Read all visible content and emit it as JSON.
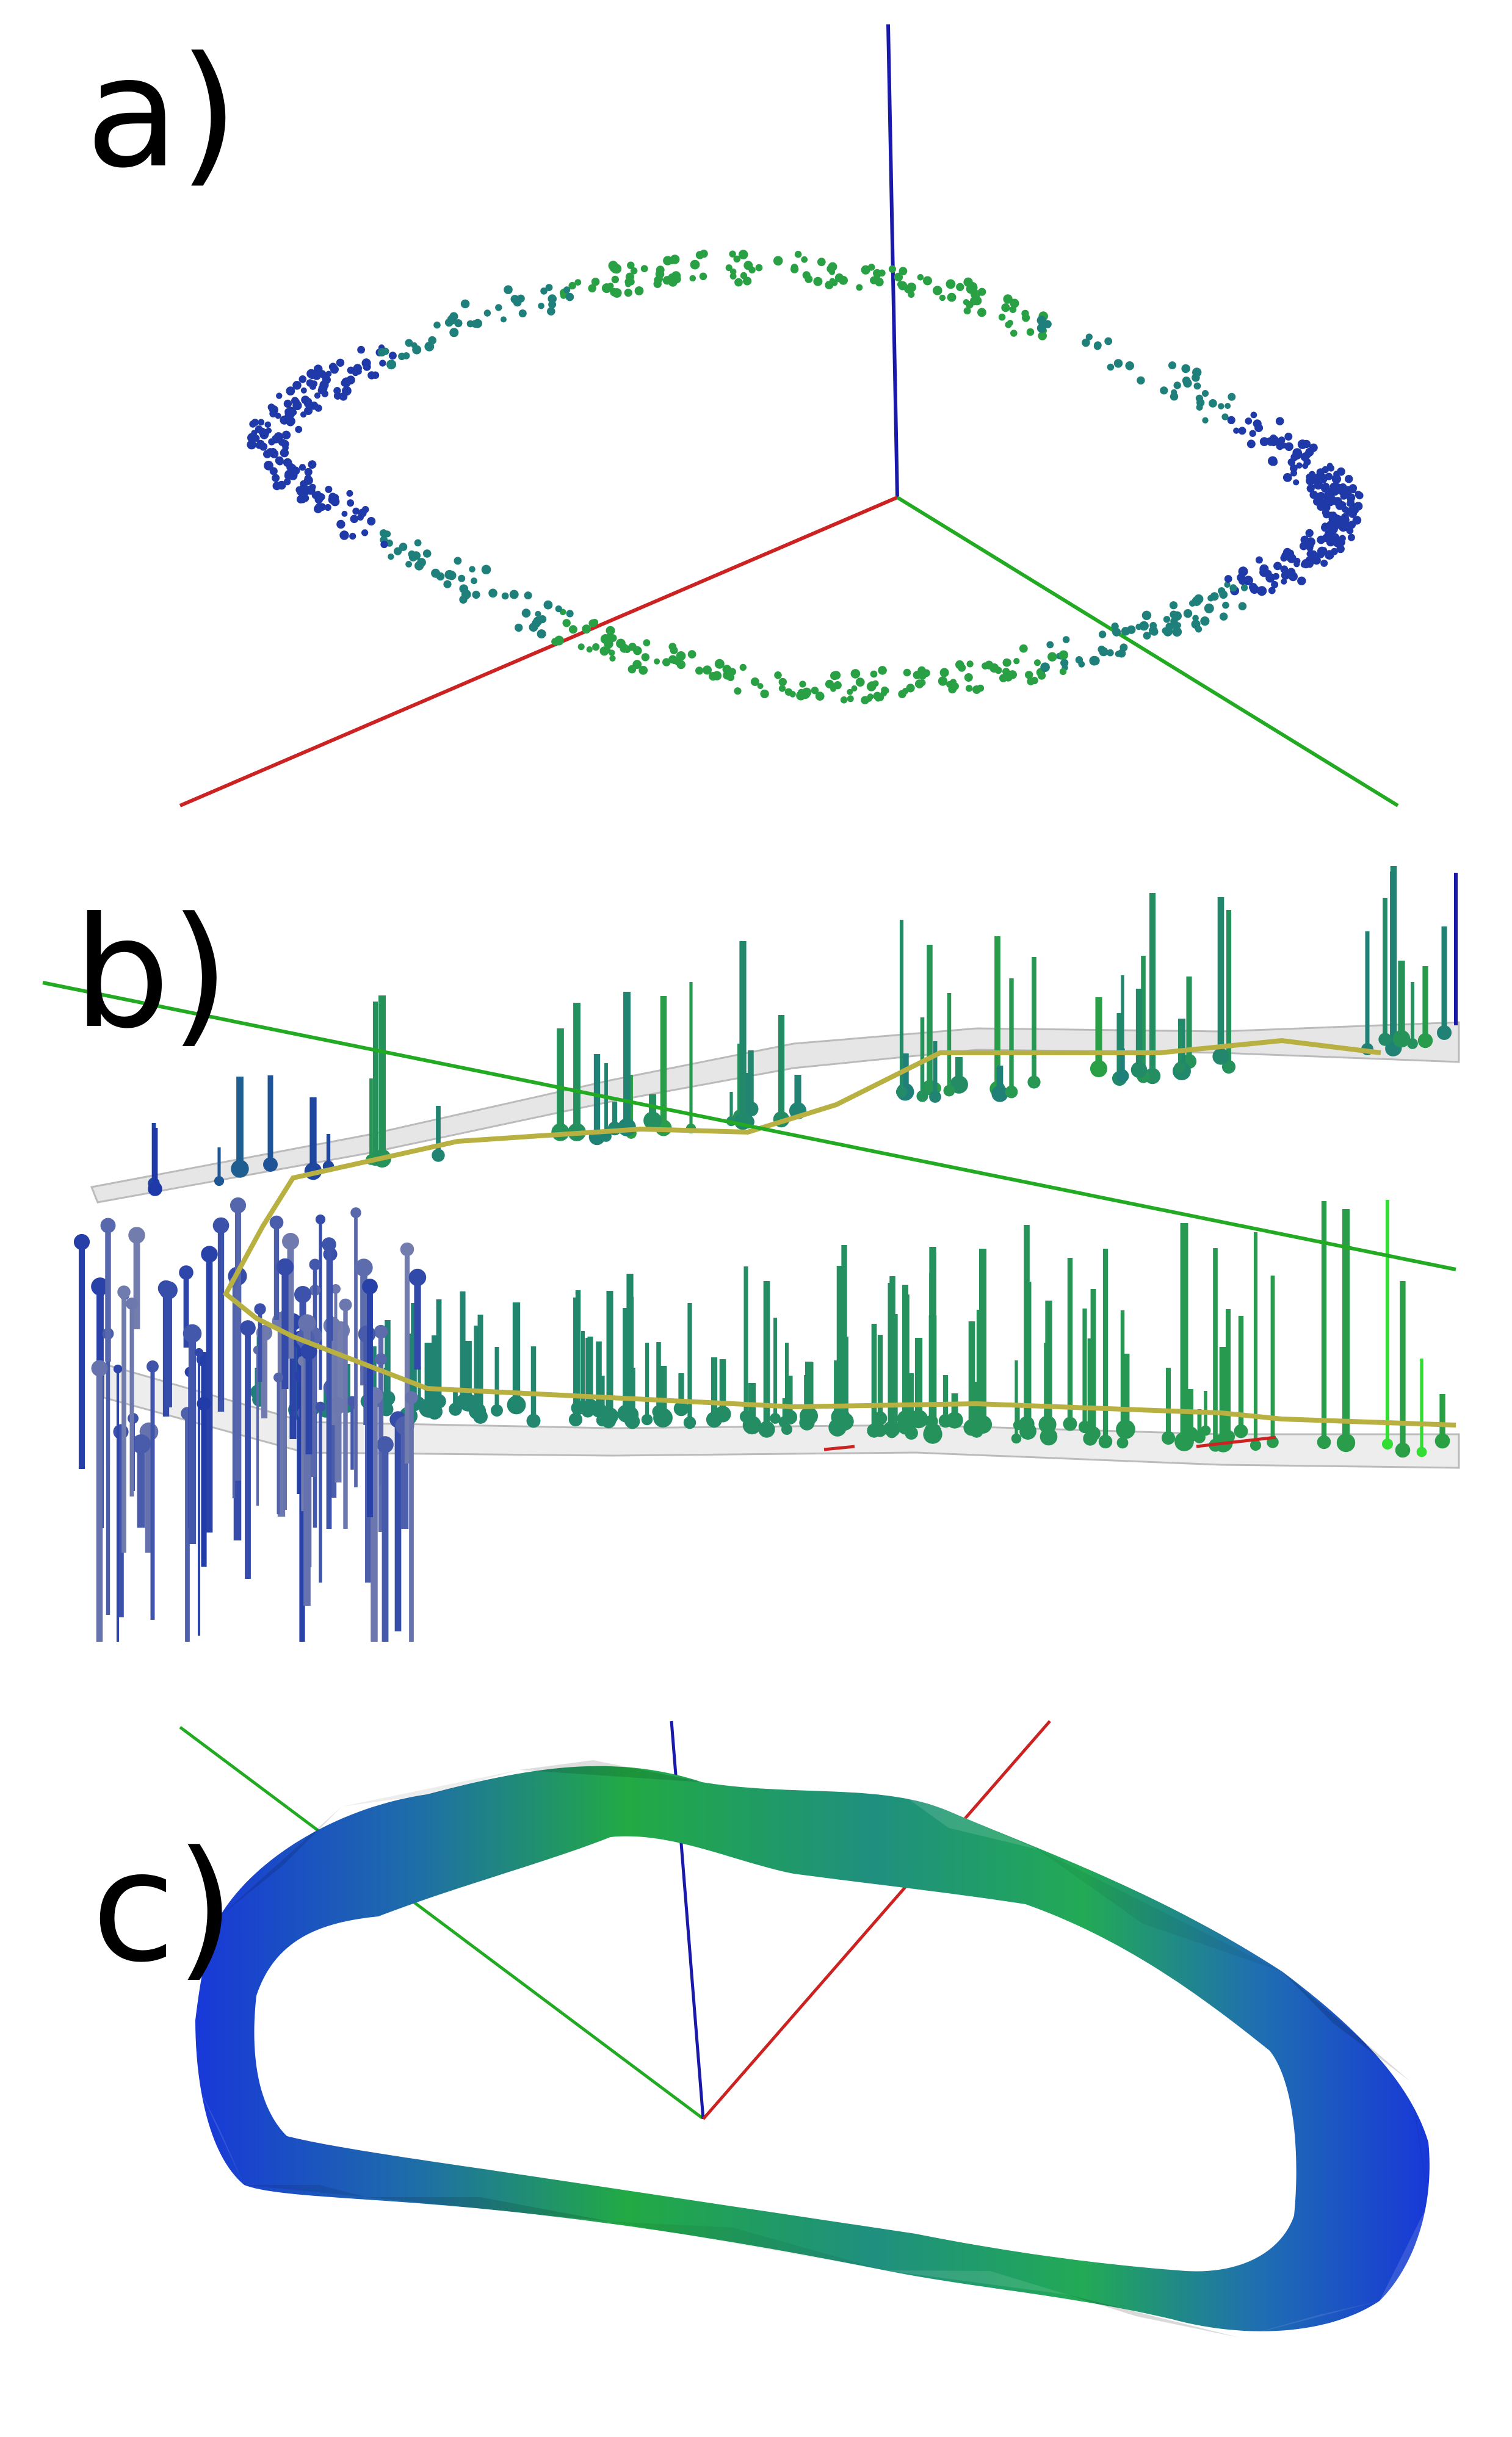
{
  "panels": [
    {
      "id": "a",
      "label": "a)"
    },
    {
      "id": "b",
      "label": "b)"
    },
    {
      "id": "c",
      "label": "c)"
    }
  ],
  "colors": {
    "x_axis": "#cc2222",
    "y_axis": "#22aa22",
    "z_axis": "#1a1aaa",
    "blue_points": "#1f3aa8",
    "teal_points": "#1f7f7a",
    "green_points": "#2aa045",
    "bright_green": "#33dd33",
    "contour_line": "#b8b040",
    "stem_gray": "#8a90b0",
    "surface_blue": "#1838d8",
    "surface_green": "#22aa44"
  }
}
